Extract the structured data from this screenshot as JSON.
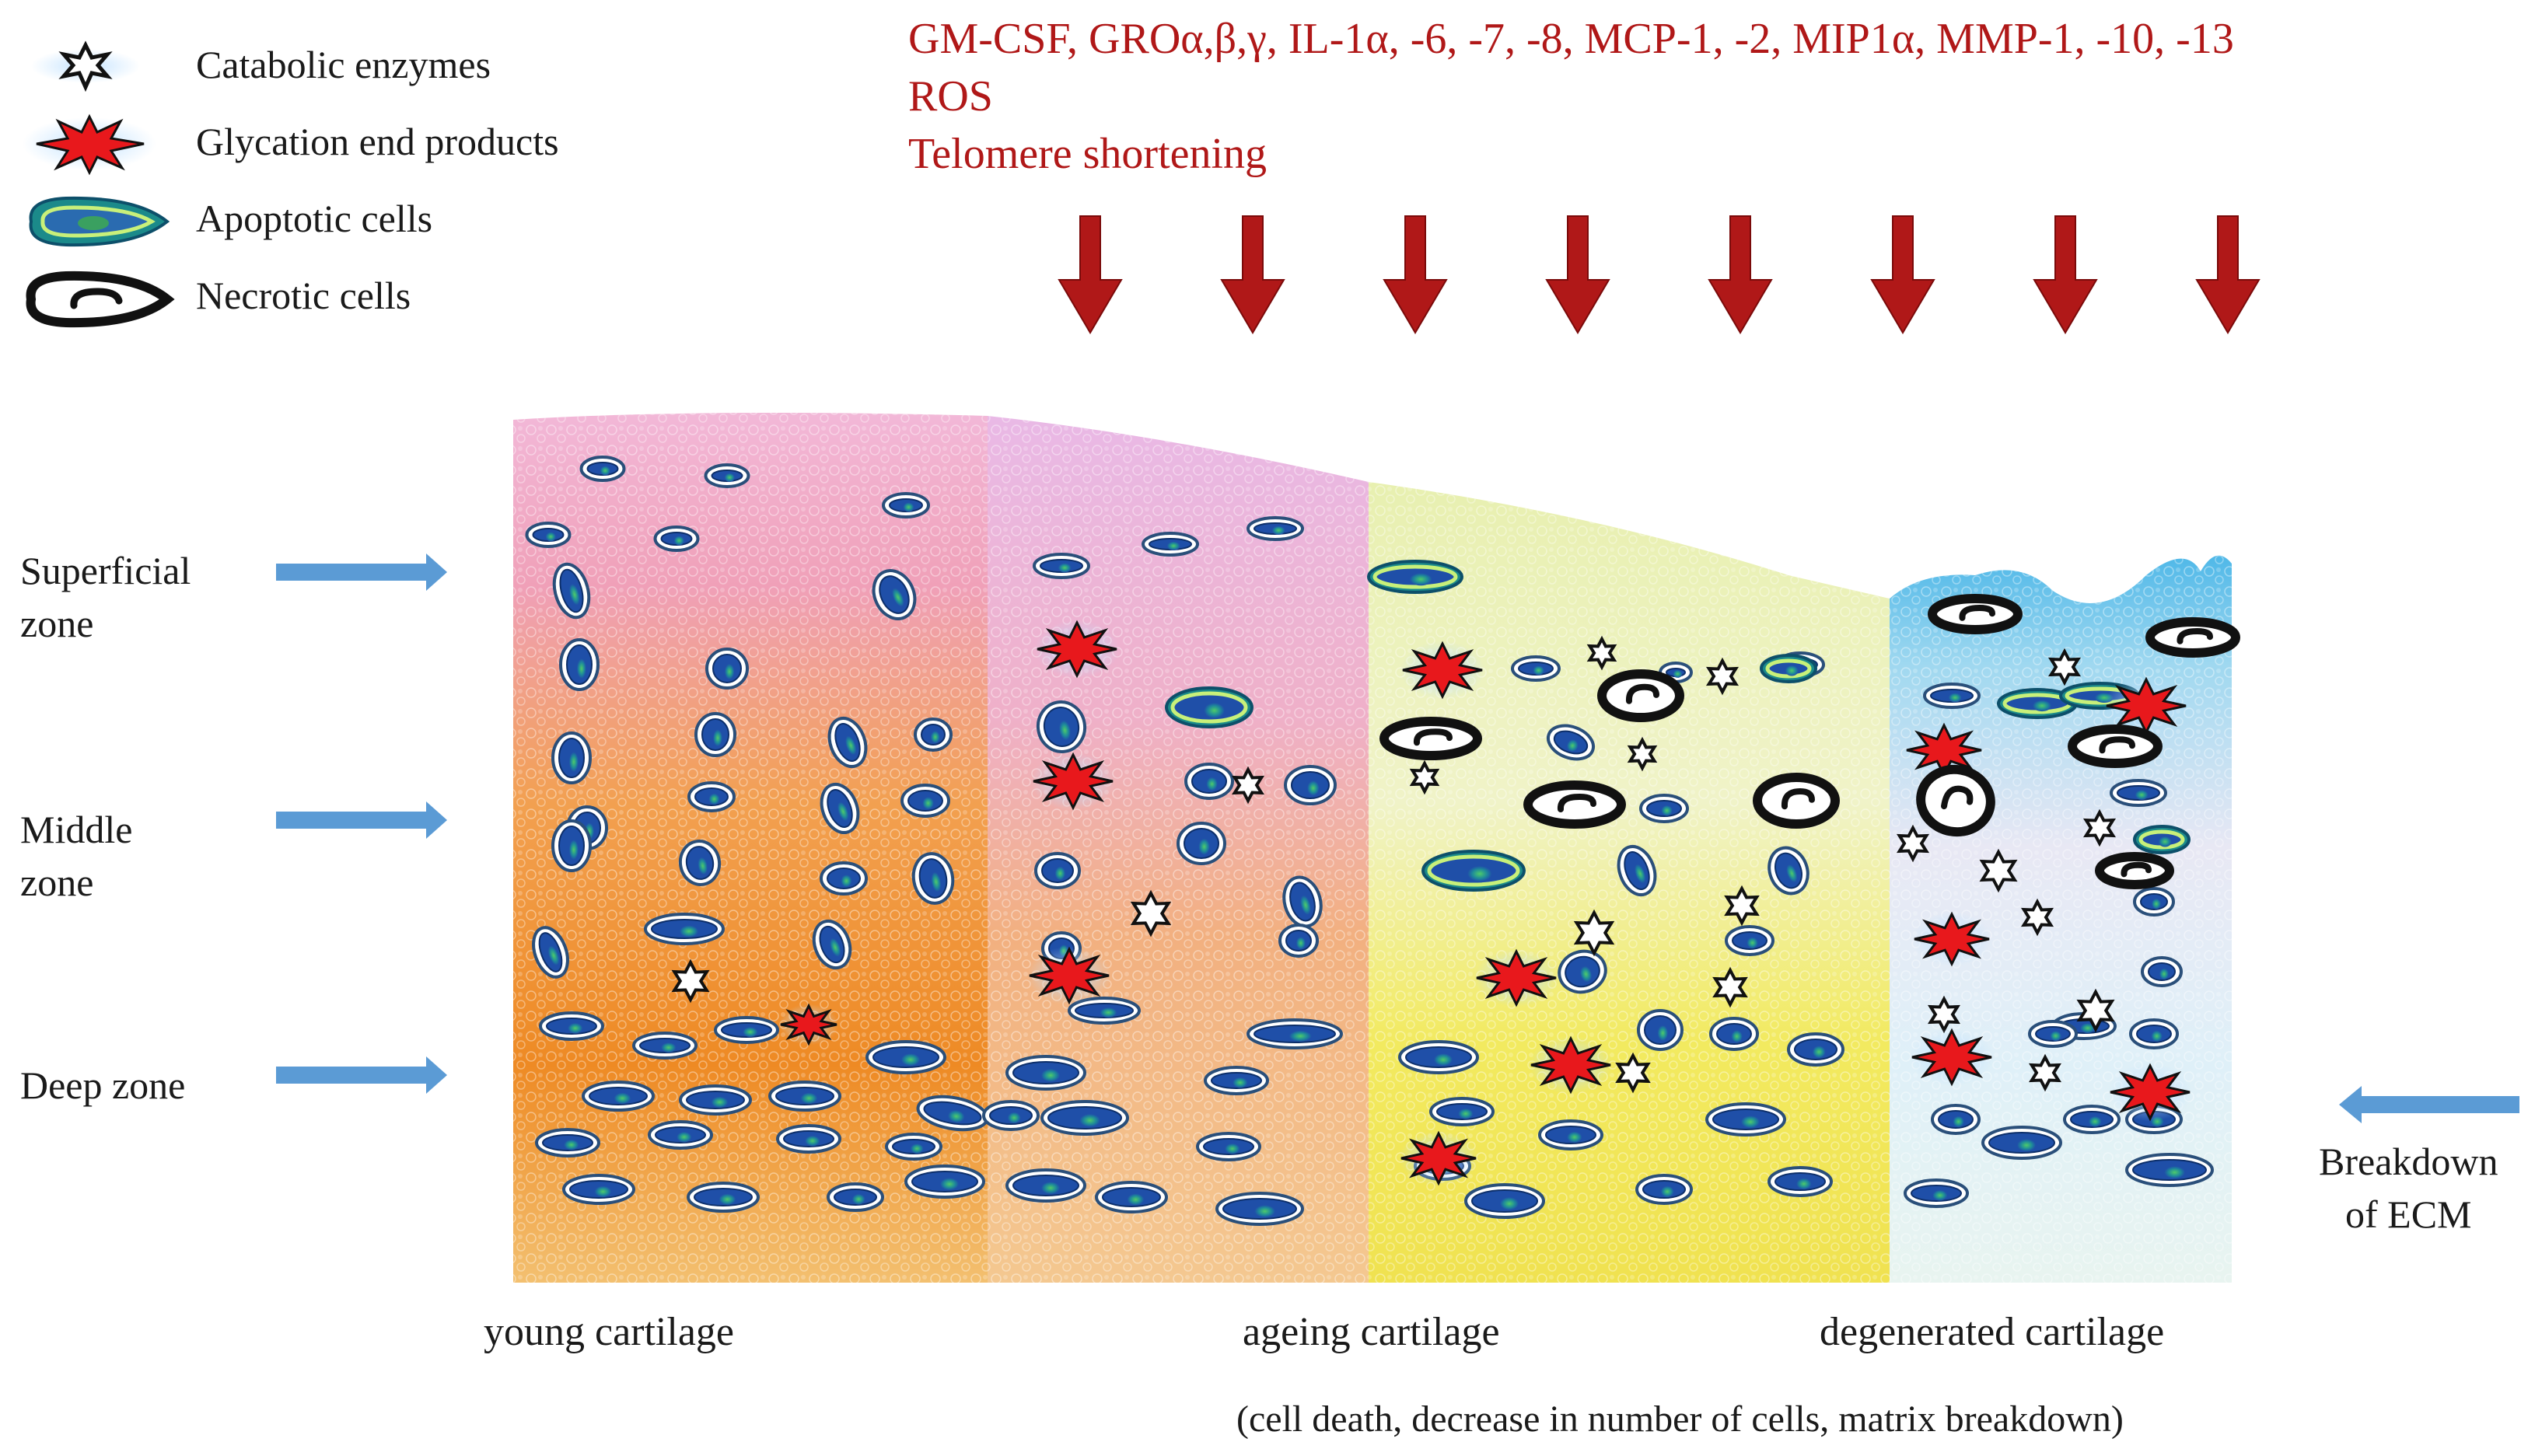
{
  "legend": {
    "items": [
      {
        "label": "Catabolic enzymes",
        "icon": "catabolic-enzyme-icon"
      },
      {
        "label": "Glycation end products",
        "icon": "glycation-product-icon"
      },
      {
        "label": "Apoptotic cells",
        "icon": "apoptotic-cell-icon"
      },
      {
        "label": "Necrotic cells",
        "icon": "necrotic-cell-icon"
      }
    ]
  },
  "stress_factors": {
    "lines": [
      "GM-CSF, GROα,β,γ, IL-1α, -6, -7, -8, MCP-1, -2, MIP1α, MMP-1, -10, -13",
      "ROS",
      "Telomere shortening"
    ],
    "arrow_count": 8,
    "color": "#b01818"
  },
  "zones": {
    "superficial": "Superficial\nzone",
    "middle": "Middle\nzone",
    "deep": "Deep zone"
  },
  "side_note": "Breakdown\nof ECM",
  "stages": {
    "young": "young cartilage",
    "ageing": "ageing cartilage",
    "degenerated": "degenerated cartilage",
    "caption": "(cell death, decrease in number of cells, matrix breakdown)"
  },
  "colors": {
    "arrow_red": "#b01818",
    "arrow_blue": "#5b9bd5",
    "young_matrix": "#ef8a2c",
    "ageing_matrix": "#f2e85a",
    "degenerated_matrix": "#4fb8e8",
    "chondrocyte_blue": "#1f4fa8"
  }
}
